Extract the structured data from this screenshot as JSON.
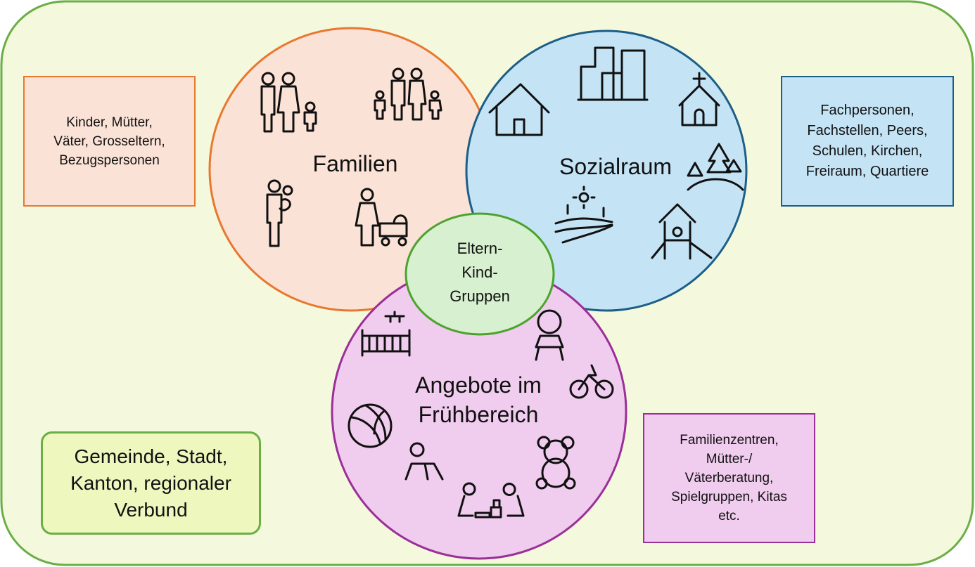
{
  "colors": {
    "outer_border": "#6AAE45",
    "outer_fill": "#F4F9DD",
    "familien_fill": "#FBE2D6",
    "familien_stroke": "#E8782F",
    "sozialraum_fill": "#C4E4F6",
    "sozialraum_stroke": "#1D5E86",
    "angebote_fill": "#F0CCEE",
    "angebote_stroke": "#9B2F98",
    "center_fill": "#D7F0CF",
    "center_stroke": "#4DA22E",
    "region_fill": "#EEF7BE"
  },
  "circles": {
    "familien": "Familien",
    "sozialraum": "Sozialraum",
    "angebote": "Angebote im\nFrühbereich",
    "center": "Eltern-\nKind-\nGruppen"
  },
  "boxes": {
    "familien_box": "Kinder, Mütter,\nVäter, Grosseltern,\nBezugspersonen",
    "sozialraum_box": "Fachpersonen,\nFachstellen, Peers,\nSchulen, Kirchen,\nFreiraum, Quartiere",
    "angebote_box": "Familienzentren,\nMütter-/\nVäterberatung,\nSpielgruppen, Kitas\netc.",
    "region_box": "Gemeinde, Stadt,\nKanton, regionaler\nVerbund"
  }
}
